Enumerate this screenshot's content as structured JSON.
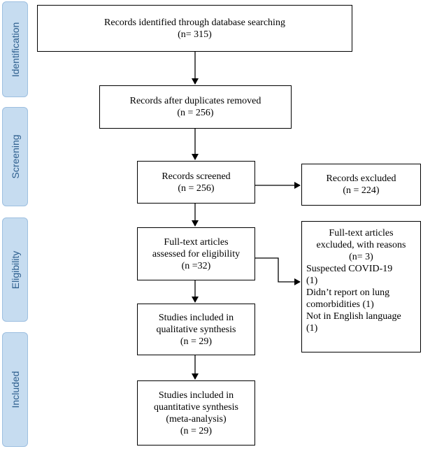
{
  "phases": {
    "identification": "Identification",
    "screening": "Screening",
    "eligibility": "Eligibility",
    "included": "Included"
  },
  "boxes": {
    "identified": {
      "label": "Records identified through database searching",
      "count": "(n= 315)"
    },
    "duplicates_removed": {
      "label": "Records after duplicates removed",
      "count": "(n = 256)"
    },
    "screened": {
      "label": "Records screened",
      "count": "(n = 256)"
    },
    "excluded": {
      "label": "Records excluded",
      "count": "(n = 224)"
    },
    "fulltext": {
      "line1": "Full-text articles",
      "line2": "assessed for eligibility",
      "count": "(n =32)"
    },
    "fulltext_excluded": {
      "head1": "Full-text articles",
      "head2": "excluded, with reasons",
      "count": "(n= 3)",
      "reasons": [
        {
          "line1": "Suspected COVID-19",
          "line2": "(1)"
        },
        {
          "line1": "Didn’t report on lung",
          "line2": "comorbidities (1)"
        },
        {
          "line1": "Not in English language",
          "line2": "(1)"
        }
      ]
    },
    "qualitative": {
      "line1": "Studies included in",
      "line2": "qualitative synthesis",
      "count": "(n = 29)"
    },
    "quantitative": {
      "line1": "Studies included in",
      "line2": "quantitative synthesis",
      "line3": "(meta-analysis)",
      "count": "(n = 29)"
    }
  }
}
